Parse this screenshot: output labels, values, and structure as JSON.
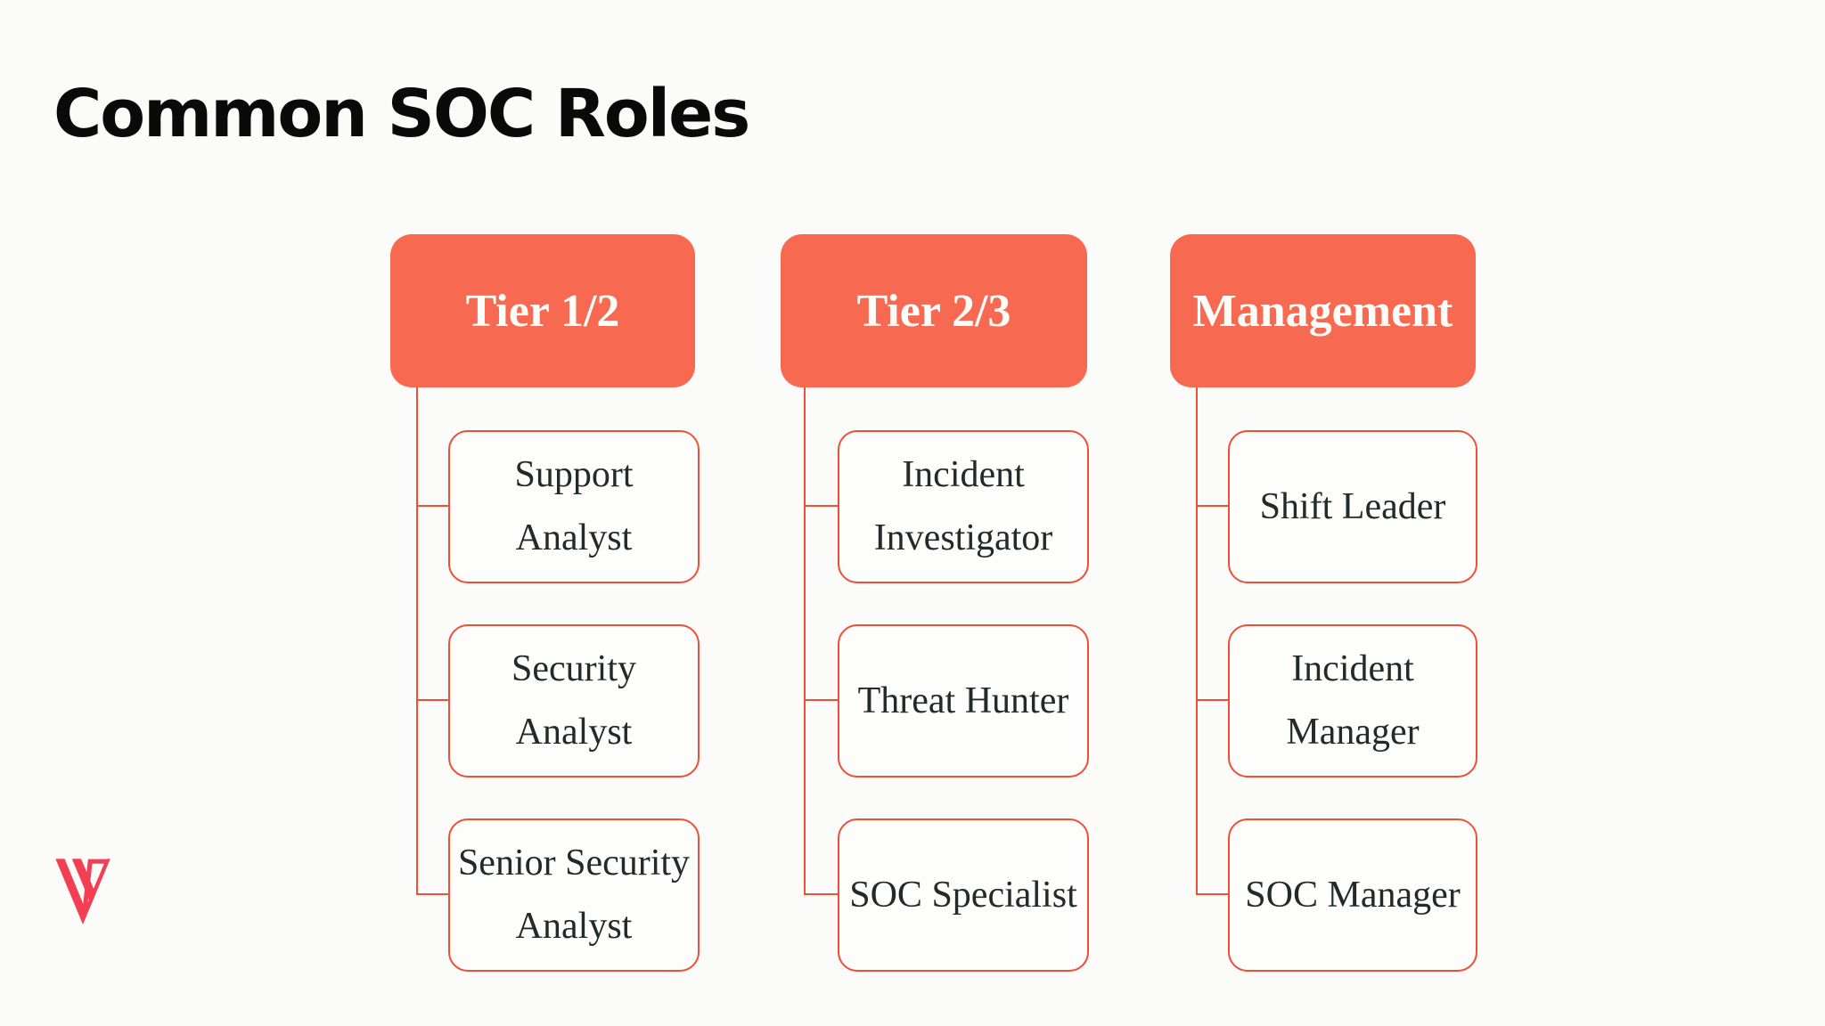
{
  "title": "Common SOC Roles",
  "diagram": {
    "columns": [
      {
        "header": "Tier 1/2",
        "children": [
          "Support\nAnalyst",
          "Security\nAnalyst",
          "Senior Security\nAnalyst"
        ]
      },
      {
        "header": "Tier 2/3",
        "children": [
          "Incident\nInvestigator",
          "Threat Hunter",
          "SOC Specialist"
        ]
      },
      {
        "header": "Management",
        "children": [
          "Shift Leader",
          "Incident\nManager",
          "SOC Manager"
        ]
      }
    ]
  },
  "colors": {
    "background": "#FBFBF9",
    "header_fill": "#F76950",
    "header_text": "#FFFDFA",
    "box_fill": "#FDFDFC",
    "box_border": "#EE4F36",
    "connector": "#EE4F36",
    "box_text": "#202B2A",
    "title_text": "#0A0A0A",
    "logo": "#F43E54"
  },
  "logo": {
    "icon": "brand-triangle-logo"
  }
}
